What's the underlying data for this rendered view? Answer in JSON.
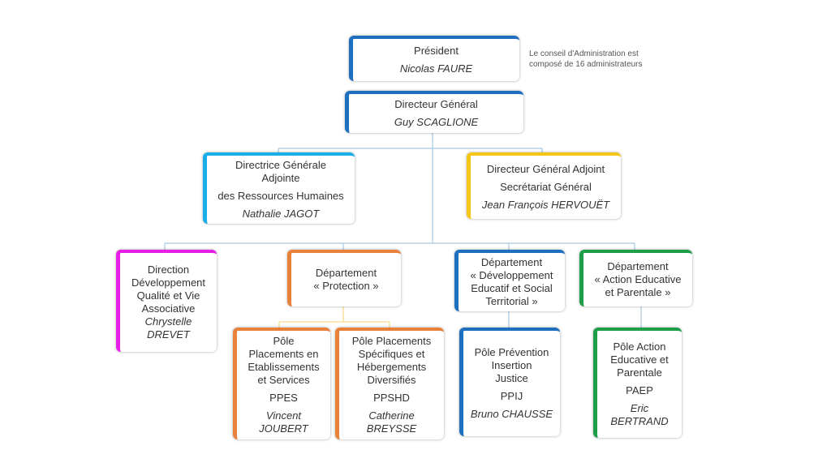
{
  "note": {
    "line1": "Le conseil d'Administration est",
    "line2": "composé de 16 administrateurs"
  },
  "colors": {
    "blue": "#1f6fbf",
    "cyan": "#1aaee8",
    "yellow": "#f5c518",
    "magenta": "#e61ee6",
    "orange": "#e8813a",
    "green": "#1f9e4a",
    "line": "#a8c7e0"
  },
  "president": {
    "role": "Président",
    "name": "Nicolas FAURE"
  },
  "dg": {
    "role": "Directeur Général",
    "name": "Guy SCAGLIONE"
  },
  "dga_rh": {
    "line1": "Directrice Générale",
    "line2": "Adjointe",
    "line3": "des Ressources Humaines",
    "name": "Nathalie JAGOT"
  },
  "dga_sg": {
    "line1": "Directeur Général Adjoint",
    "line2": "Secrétariat Général",
    "name": "Jean François HERVOUËT"
  },
  "direction_dqva": {
    "line1": "Direction",
    "line2": "Développement",
    "line3": "Qualité et Vie",
    "line4": "Associative",
    "name1": "Chrystelle",
    "name2": "DREVET"
  },
  "dept_protection": {
    "line1": "Département",
    "line2": "« Protection »"
  },
  "dept_dest": {
    "line1": "Département",
    "line2": "« Développement",
    "line3": "Educatif et Social",
    "line4": "Territorial »"
  },
  "dept_aep": {
    "line1": "Département",
    "line2": "« Action Educative",
    "line3": "et Parentale »"
  },
  "pole_ppes": {
    "line1": "Pôle",
    "line2": "Placements en",
    "line3": "Etablissements",
    "line4": "et Services",
    "acronym": "PPES",
    "name1": "Vincent",
    "name2": "JOUBERT"
  },
  "pole_ppshd": {
    "line1": "Pôle Placements",
    "line2": "Spécifiques et",
    "line3": "Hébergements",
    "line4": "Diversifiés",
    "acronym": "PPSHD",
    "name1": "Catherine",
    "name2": "BREYSSE"
  },
  "pole_ppij": {
    "line1": "Pôle Prévention",
    "line2": "Insertion",
    "line3": "Justice",
    "acronym": "PPIJ",
    "name": "Bruno CHAUSSE"
  },
  "pole_paep": {
    "line1": "Pôle Action",
    "line2": "Educative et",
    "line3": "Parentale",
    "acronym": "PAEP",
    "name1": "Eric",
    "name2": "BERTRAND"
  }
}
